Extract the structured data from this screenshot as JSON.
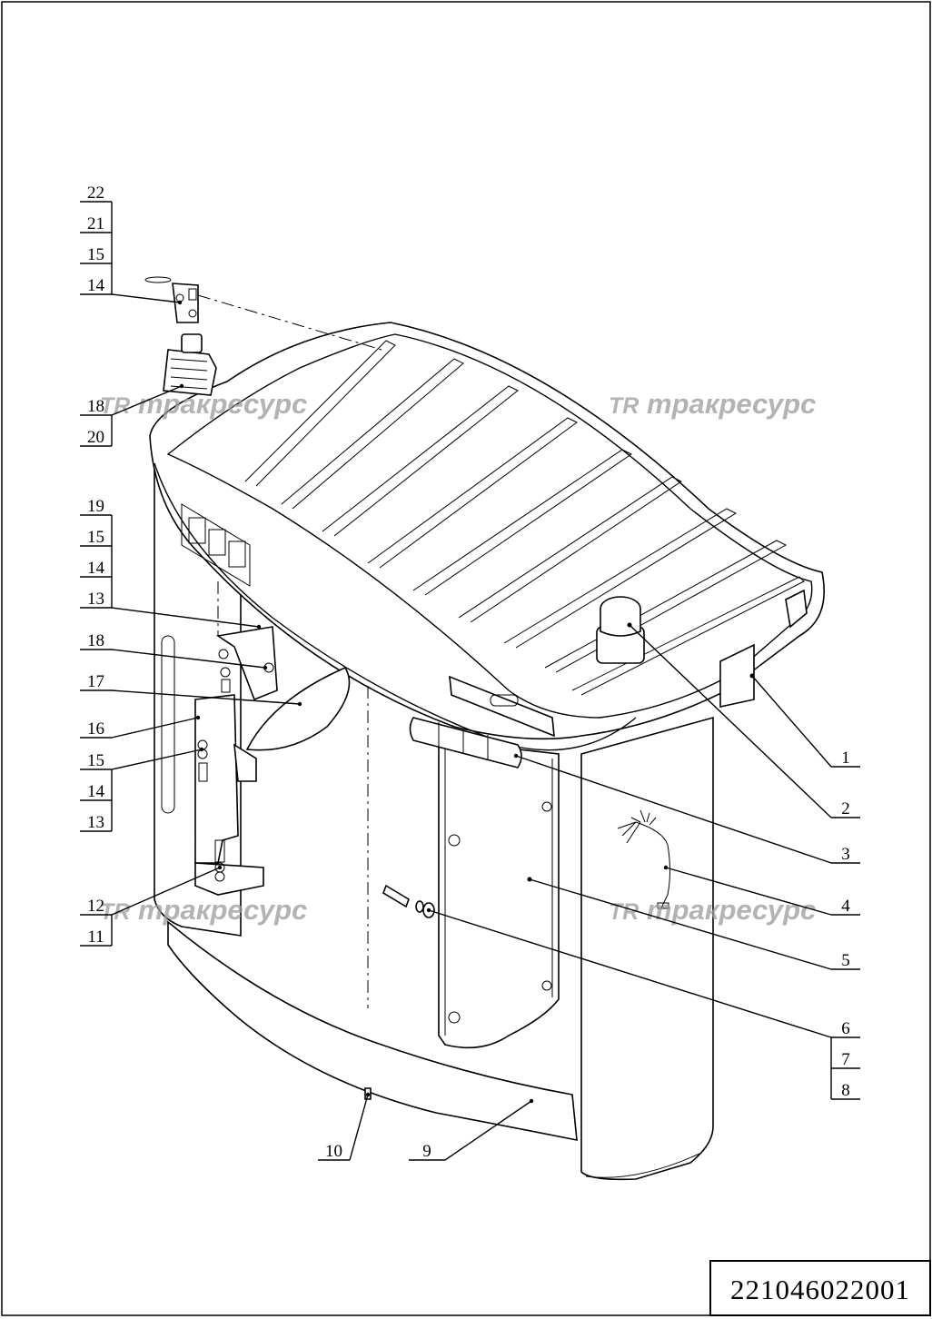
{
  "drawing_number": "221046022001",
  "watermark": {
    "logo": "TR",
    "text": "тракресурс"
  },
  "callout_groups": {
    "top_left": [
      "22",
      "21",
      "15",
      "14"
    ],
    "mid_left_a": [
      "18",
      "20"
    ],
    "mid_left_b": [
      "19",
      "15",
      "14",
      "13"
    ],
    "single_18": [
      "18"
    ],
    "single_17": [
      "17"
    ],
    "single_16": [
      "16"
    ],
    "mid_left_c": [
      "15",
      "14",
      "13"
    ],
    "low_left": [
      "12",
      "11"
    ],
    "single_10": [
      "10"
    ],
    "single_9": [
      "9"
    ],
    "right_1": [
      "1"
    ],
    "right_2": [
      "2"
    ],
    "right_3": [
      "3"
    ],
    "right_4": [
      "4"
    ],
    "right_5": [
      "5"
    ],
    "right_6_8": [
      "6",
      "7",
      "8"
    ]
  }
}
